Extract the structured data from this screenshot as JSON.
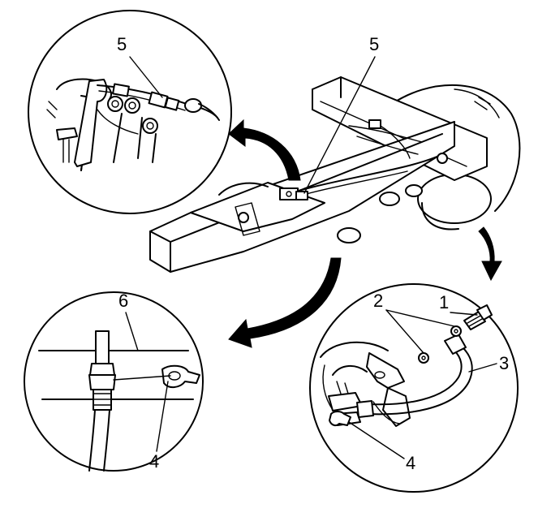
{
  "diagram": {
    "callouts": {
      "top_left": "5",
      "center": "5",
      "bottom_left_6": "6",
      "bottom_left_4": "4",
      "bottom_right_1": "1",
      "bottom_right_2": "2",
      "bottom_right_3": "3",
      "bottom_right_4": "4"
    }
  }
}
